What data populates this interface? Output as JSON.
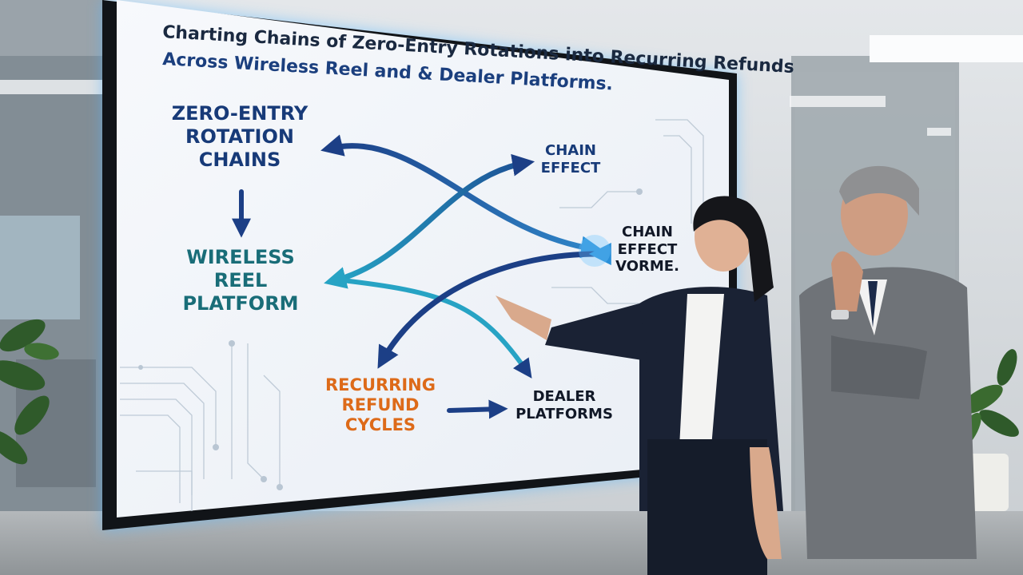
{
  "display": {
    "title_line1": "Charting Chains of Zero-Entry Rotations into Recurring Refunds",
    "title_line2": "Across  Wireless Reel and & Dealer Platforms.",
    "title_line2_cont": "",
    "nodes": {
      "zero_entry": "ZERO-ENTRY\nROTATION\nCHAINS",
      "wireless": "WIRELESS\nREEL\nPLATFORM",
      "chain_effect_top": "CHAIN\nEFFECT",
      "chain_effect_mid": "CHAIN\nEFFECT\nVORME.",
      "recurring": "RECURRING\nREFUND\nCYCLES",
      "dealer": "DEALER\nPLATFORMS"
    }
  },
  "colors": {
    "navy": "#173a78",
    "teal": "#196d78",
    "orange": "#dd6a19",
    "glow": "#4fb6ff",
    "screen": "#f3f6fa",
    "bezel": "#111418"
  },
  "people": {
    "presenter": "woman-pointing",
    "listener": "man-thinking"
  }
}
